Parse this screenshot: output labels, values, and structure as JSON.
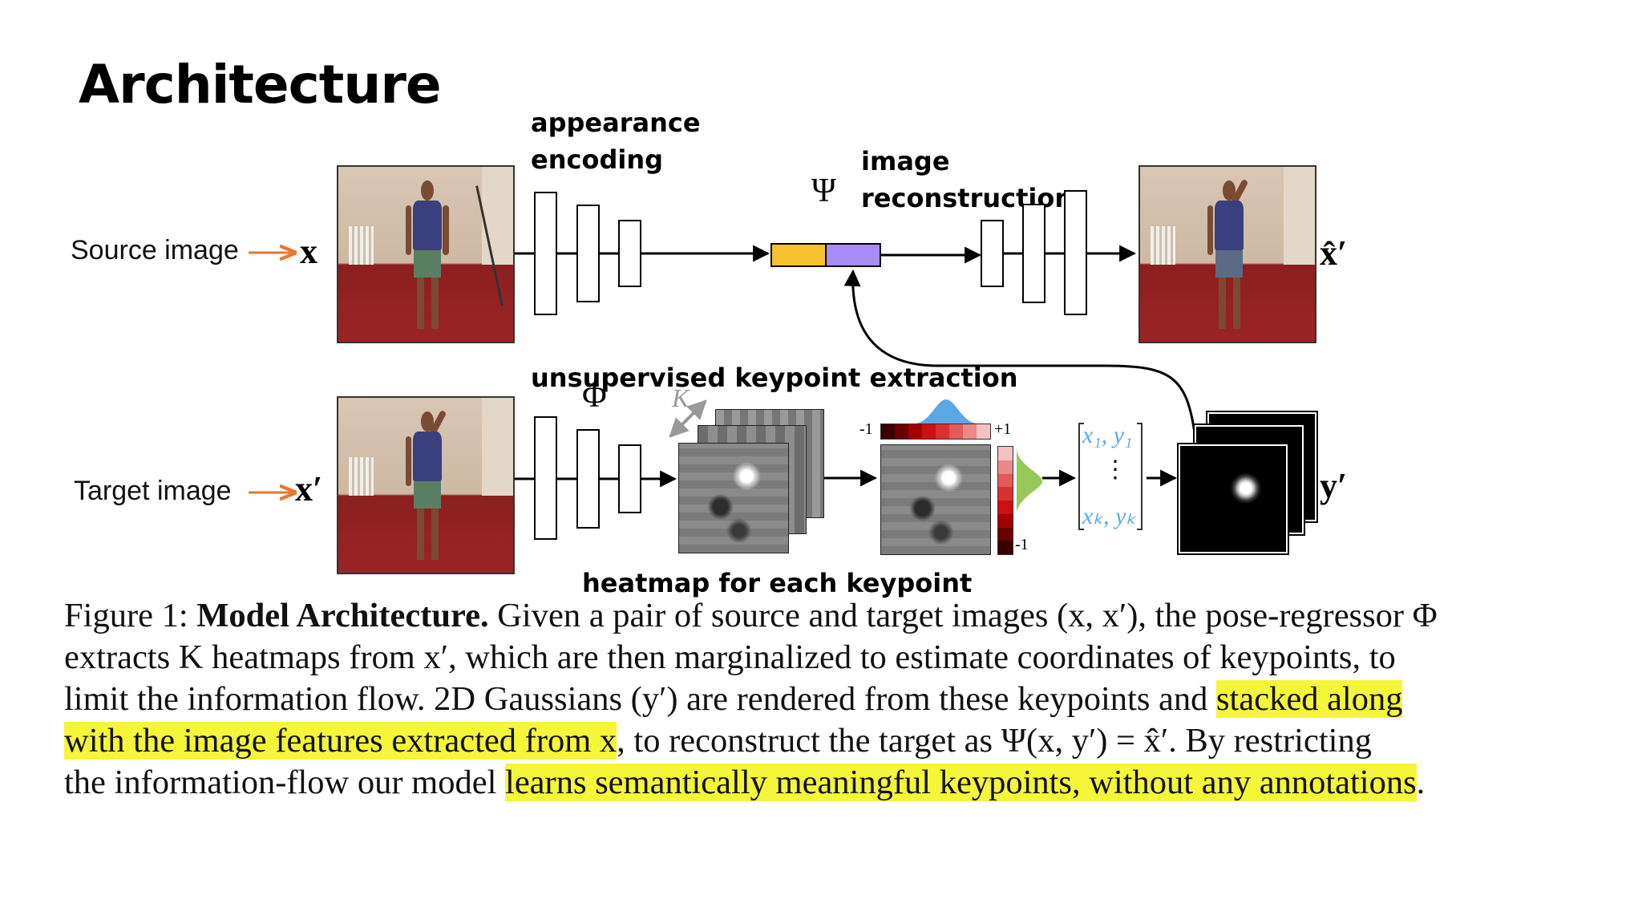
{
  "slide": {
    "title": "Architecture"
  },
  "annotations": {
    "appearance_encoding_1": "appearance",
    "appearance_encoding_2": "encoding",
    "image_reconstruction_1": "image",
    "image_reconstruction_2": "reconstruction",
    "keypoint_extraction": "unsupervised keypoint extraction",
    "heatmap": "heatmap for each keypoint"
  },
  "labels": {
    "source_image": "Source image",
    "target_image": "Target image"
  },
  "symbols": {
    "x": "x",
    "x_prime": "x′",
    "x_hat_prime": "x̂′",
    "y_prime": "y′",
    "psi": "Ψ",
    "phi": "Φ",
    "k": "K",
    "minus_one_a": "-1",
    "plus_one": "+1",
    "minus_one_b": "-1",
    "vec_top": "x₁, y₁",
    "vec_dots": "⋮",
    "vec_bottom": "xₖ, yₖ"
  },
  "colors": {
    "arrow_orange": "#e8772e",
    "feature_yellow": "#f6c230",
    "feature_purple": "#a98bf5",
    "highlight": "#f5f53a",
    "gauss_blue": "#5aa9e6",
    "gauss_green": "#97c95a"
  },
  "caption": {
    "l1_a": "Figure 1: ",
    "l1_b": "Model Architecture.",
    "l1_c": " Given a pair of source and target images (x, x′), the pose-regressor Φ",
    "l2": "extracts K heatmaps from x′, which are then marginalized to estimate coordinates of keypoints, to",
    "l3_a": "limit the information flow. 2D Gaussians (y′) are rendered from these keypoints and ",
    "l3_hl": "stacked along",
    "l4_hl": "with the image features extracted from x",
    "l4_b": ", to reconstruct the target as Ψ(x, y′) = x̂′. By restricting",
    "l5_a": "the information-flow our model ",
    "l5_hl": "learns semantically meaningful keypoints, without any annotations",
    "l5_b": "."
  }
}
